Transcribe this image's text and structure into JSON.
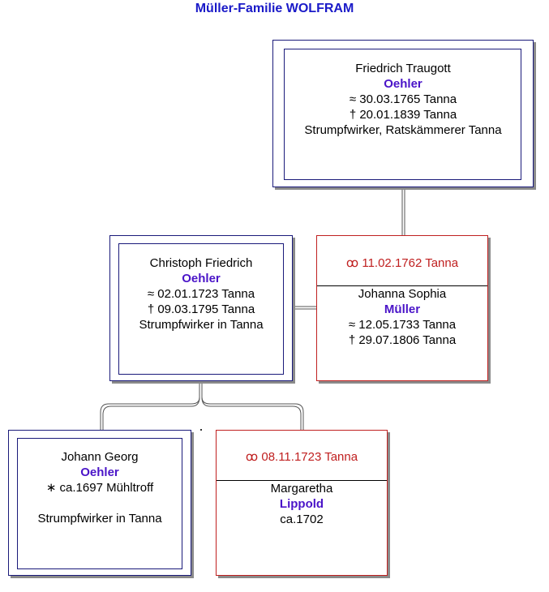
{
  "title": "Müller-Familie WOLFRAM",
  "persons": {
    "friedrich_traugott": {
      "given": "Friedrich Traugott",
      "surname": "Oehler",
      "birth": "≈  30.03.1765 Tanna",
      "death": "†  20.01.1839 Tanna",
      "occupation": "Strumpfwirker, Ratskämmerer Tanna"
    },
    "christoph_friedrich": {
      "given": "Christoph Friedrich",
      "surname": "Oehler",
      "birth": "≈  02.01.1723 Tanna",
      "death": "†  09.03.1795 Tanna",
      "occupation": "Strumpfwirker in Tanna"
    },
    "johanna_sophia": {
      "marriage": "ꝏ  11.02.1762 Tanna",
      "given": "Johanna Sophia",
      "surname": "Müller",
      "birth": "≈  12.05.1733 Tanna",
      "death": "†  29.07.1806 Tanna"
    },
    "johann_georg": {
      "given": "Johann Georg",
      "surname": "Oehler",
      "birth": "∗ ca.1697 Mühltroff",
      "occupation": "Strumpfwirker in Tanna"
    },
    "margaretha": {
      "marriage": "ꝏ  08.11.1723 Tanna",
      "given": "Margaretha",
      "surname": "Lippold",
      "birth": "ca.1702"
    }
  },
  "colors": {
    "title": "#1a1ac8",
    "surname": "#4a14c8",
    "marriage": "#c02020",
    "male_border": "#1a1a7a",
    "female_border": "#c02020"
  }
}
